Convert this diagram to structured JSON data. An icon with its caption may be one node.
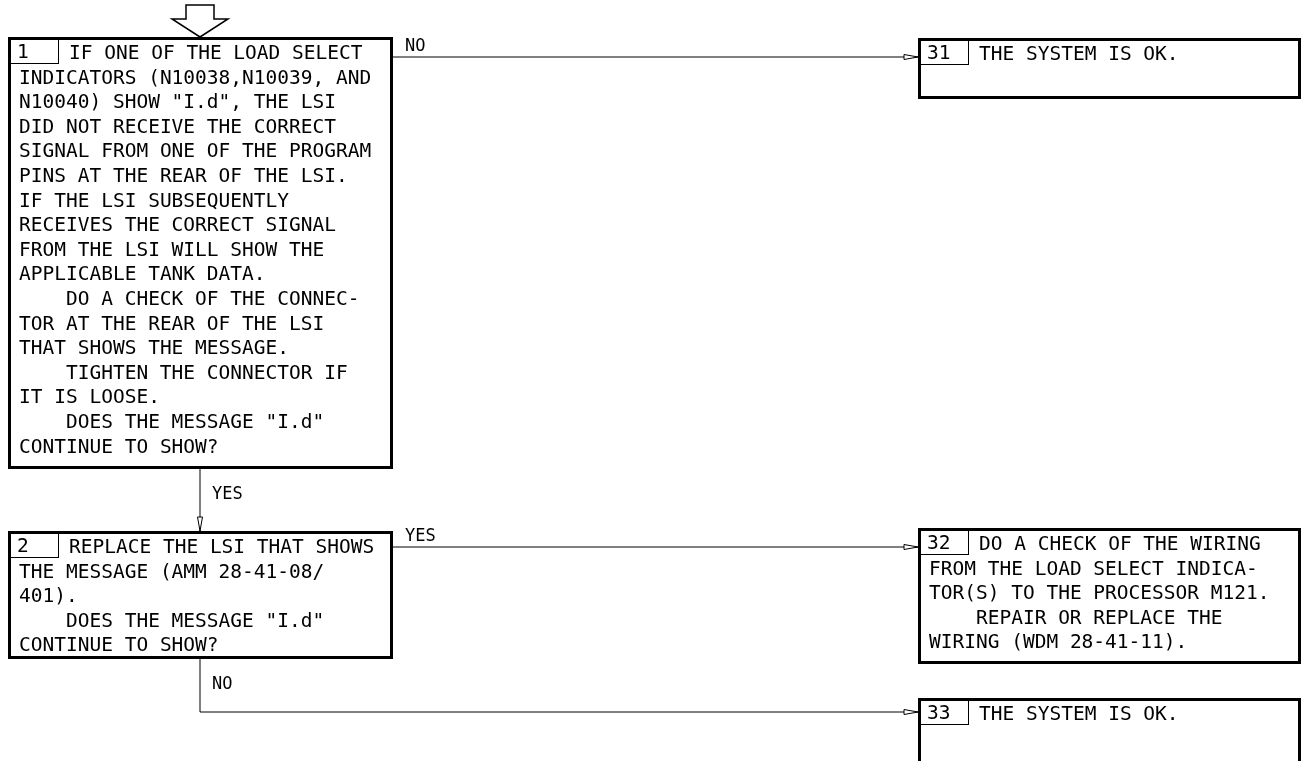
{
  "diagram": {
    "nodes": [
      {
        "text": [
          "1",
          "IF ONE OF THE LOAD SELECT INDICATORS (N10038,N10039, AND N10040) SHOW \"I.d\", THE LSI DID NOT RECEIVE THE CORRECT SIGNAL FROM ONE OF THE PROGRAM PINS AT THE REAR OF THE LSI. IF THE LSI SUBSEQUENTLY RECEIVES THE CORRECT SIGNAL FROM THE LSI WILL SHOW THE APPLICABLE TANK DATA.",
          "DO A CHECK OF THE CONNEC- TOR AT THE REAR OF THE LSI THAT SHOWS THE MESSAGE.",
          "TIGHTEN THE CONNECTOR IF IT IS LOOSE.",
          "DOES THE MESSAGE \"I.d\" CONTINUE TO SHOW?"
        ]
      },
      {
        "text": [
          "31",
          "THE SYSTEM IS OK."
        ]
      },
      {
        "text": [
          "2",
          "REPLACE THE LSI THAT SHOWS THE MESSAGE (AMM 28-41-08/ 401).",
          "DOES THE MESSAGE \"I.d\" CONTINUE TO SHOW?"
        ]
      },
      {
        "text": [
          "32",
          "DO A CHECK OF THE WIRING FROM THE LOAD SELECT INDICA- TOR(S) TO THE PROCESSOR M121.",
          "REPAIR OR REPLACE THE WIRING (WDM 28-41-11)."
        ]
      },
      {
        "text": [
          "33",
          "THE SYSTEM IS OK."
        ]
      }
    ],
    "edges": [
      {
        "from": null,
        "to": 0,
        "arrow": "to",
        "style": "thick"
      },
      {
        "from": 0,
        "to": 1,
        "arrow": "to",
        "label": "NO"
      },
      {
        "from": 0,
        "to": 2,
        "arrow": "to",
        "label": "YES"
      },
      {
        "from": 2,
        "to": 3,
        "arrow": "to",
        "label": "YES"
      },
      {
        "from": 2,
        "to": 4,
        "arrow": "to",
        "label": "NO"
      }
    ]
  }
}
